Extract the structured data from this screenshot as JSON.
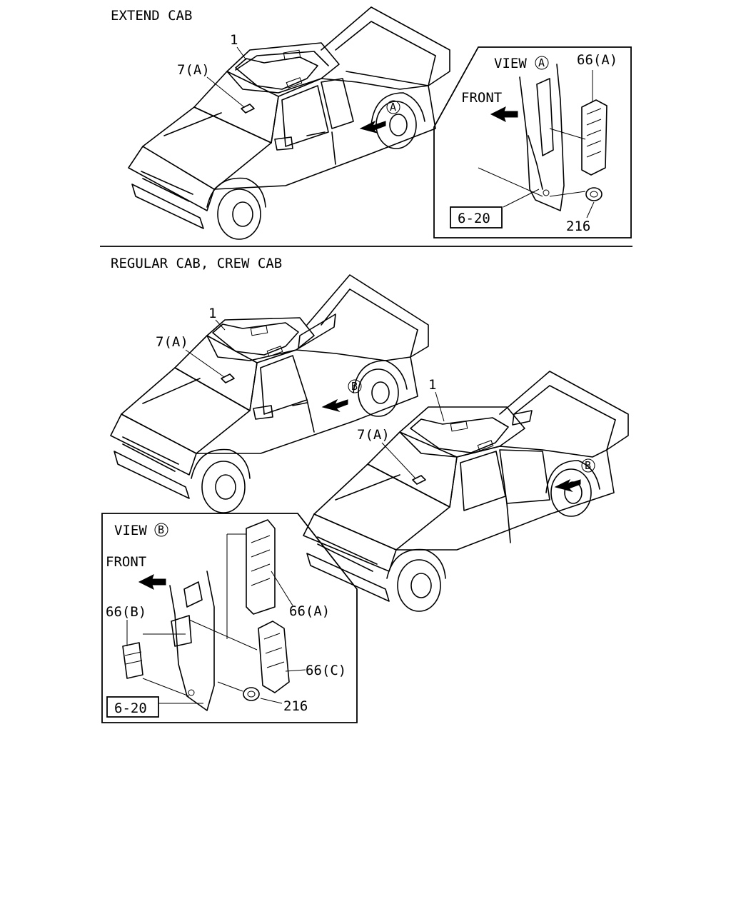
{
  "sections": {
    "extend_cab": {
      "title": "EXTEND CAB"
    },
    "regular_crew_cab": {
      "title": "REGULAR CAB, CREW CAB"
    }
  },
  "callouts": {
    "part_1": "1",
    "part_7a": "7(A)",
    "part_66a": "66(A)",
    "part_66b": "66(B)",
    "part_66c": "66(C)",
    "part_216": "216",
    "ref_6_20": "6-20",
    "view_a_marker": "A",
    "view_b_marker": "B",
    "view_prefix": "VIEW",
    "front": "FRONT"
  },
  "colors": {
    "line": "#000000",
    "background": "#ffffff"
  }
}
